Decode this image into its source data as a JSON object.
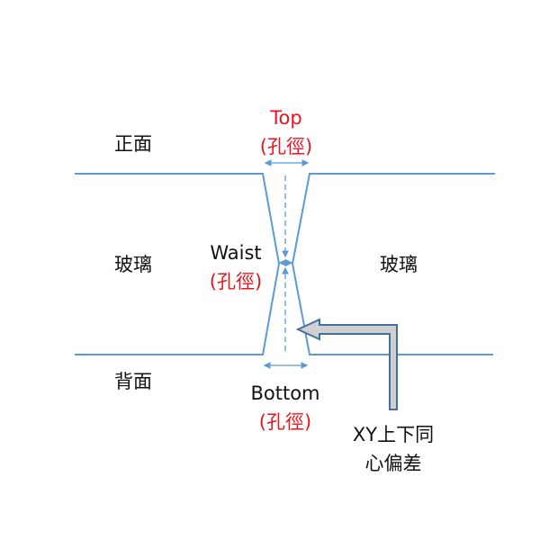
{
  "labels": {
    "front": "正面",
    "back": "背面",
    "glass_left": "玻璃",
    "glass_right": "玻璃",
    "top": "Top",
    "top_sub": "(孔徑)",
    "waist": "Waist",
    "waist_sub": "(孔徑)",
    "bottom": "Bottom",
    "bottom_sub": "(孔徑)",
    "offset_line1": "XY上下同",
    "offset_line2": "心偏差"
  },
  "colors": {
    "line": "#5b9bd5",
    "accent_red": "#e8141e",
    "arrow_fill": "#d0d0d0",
    "arrow_stroke": "#41719c"
  }
}
